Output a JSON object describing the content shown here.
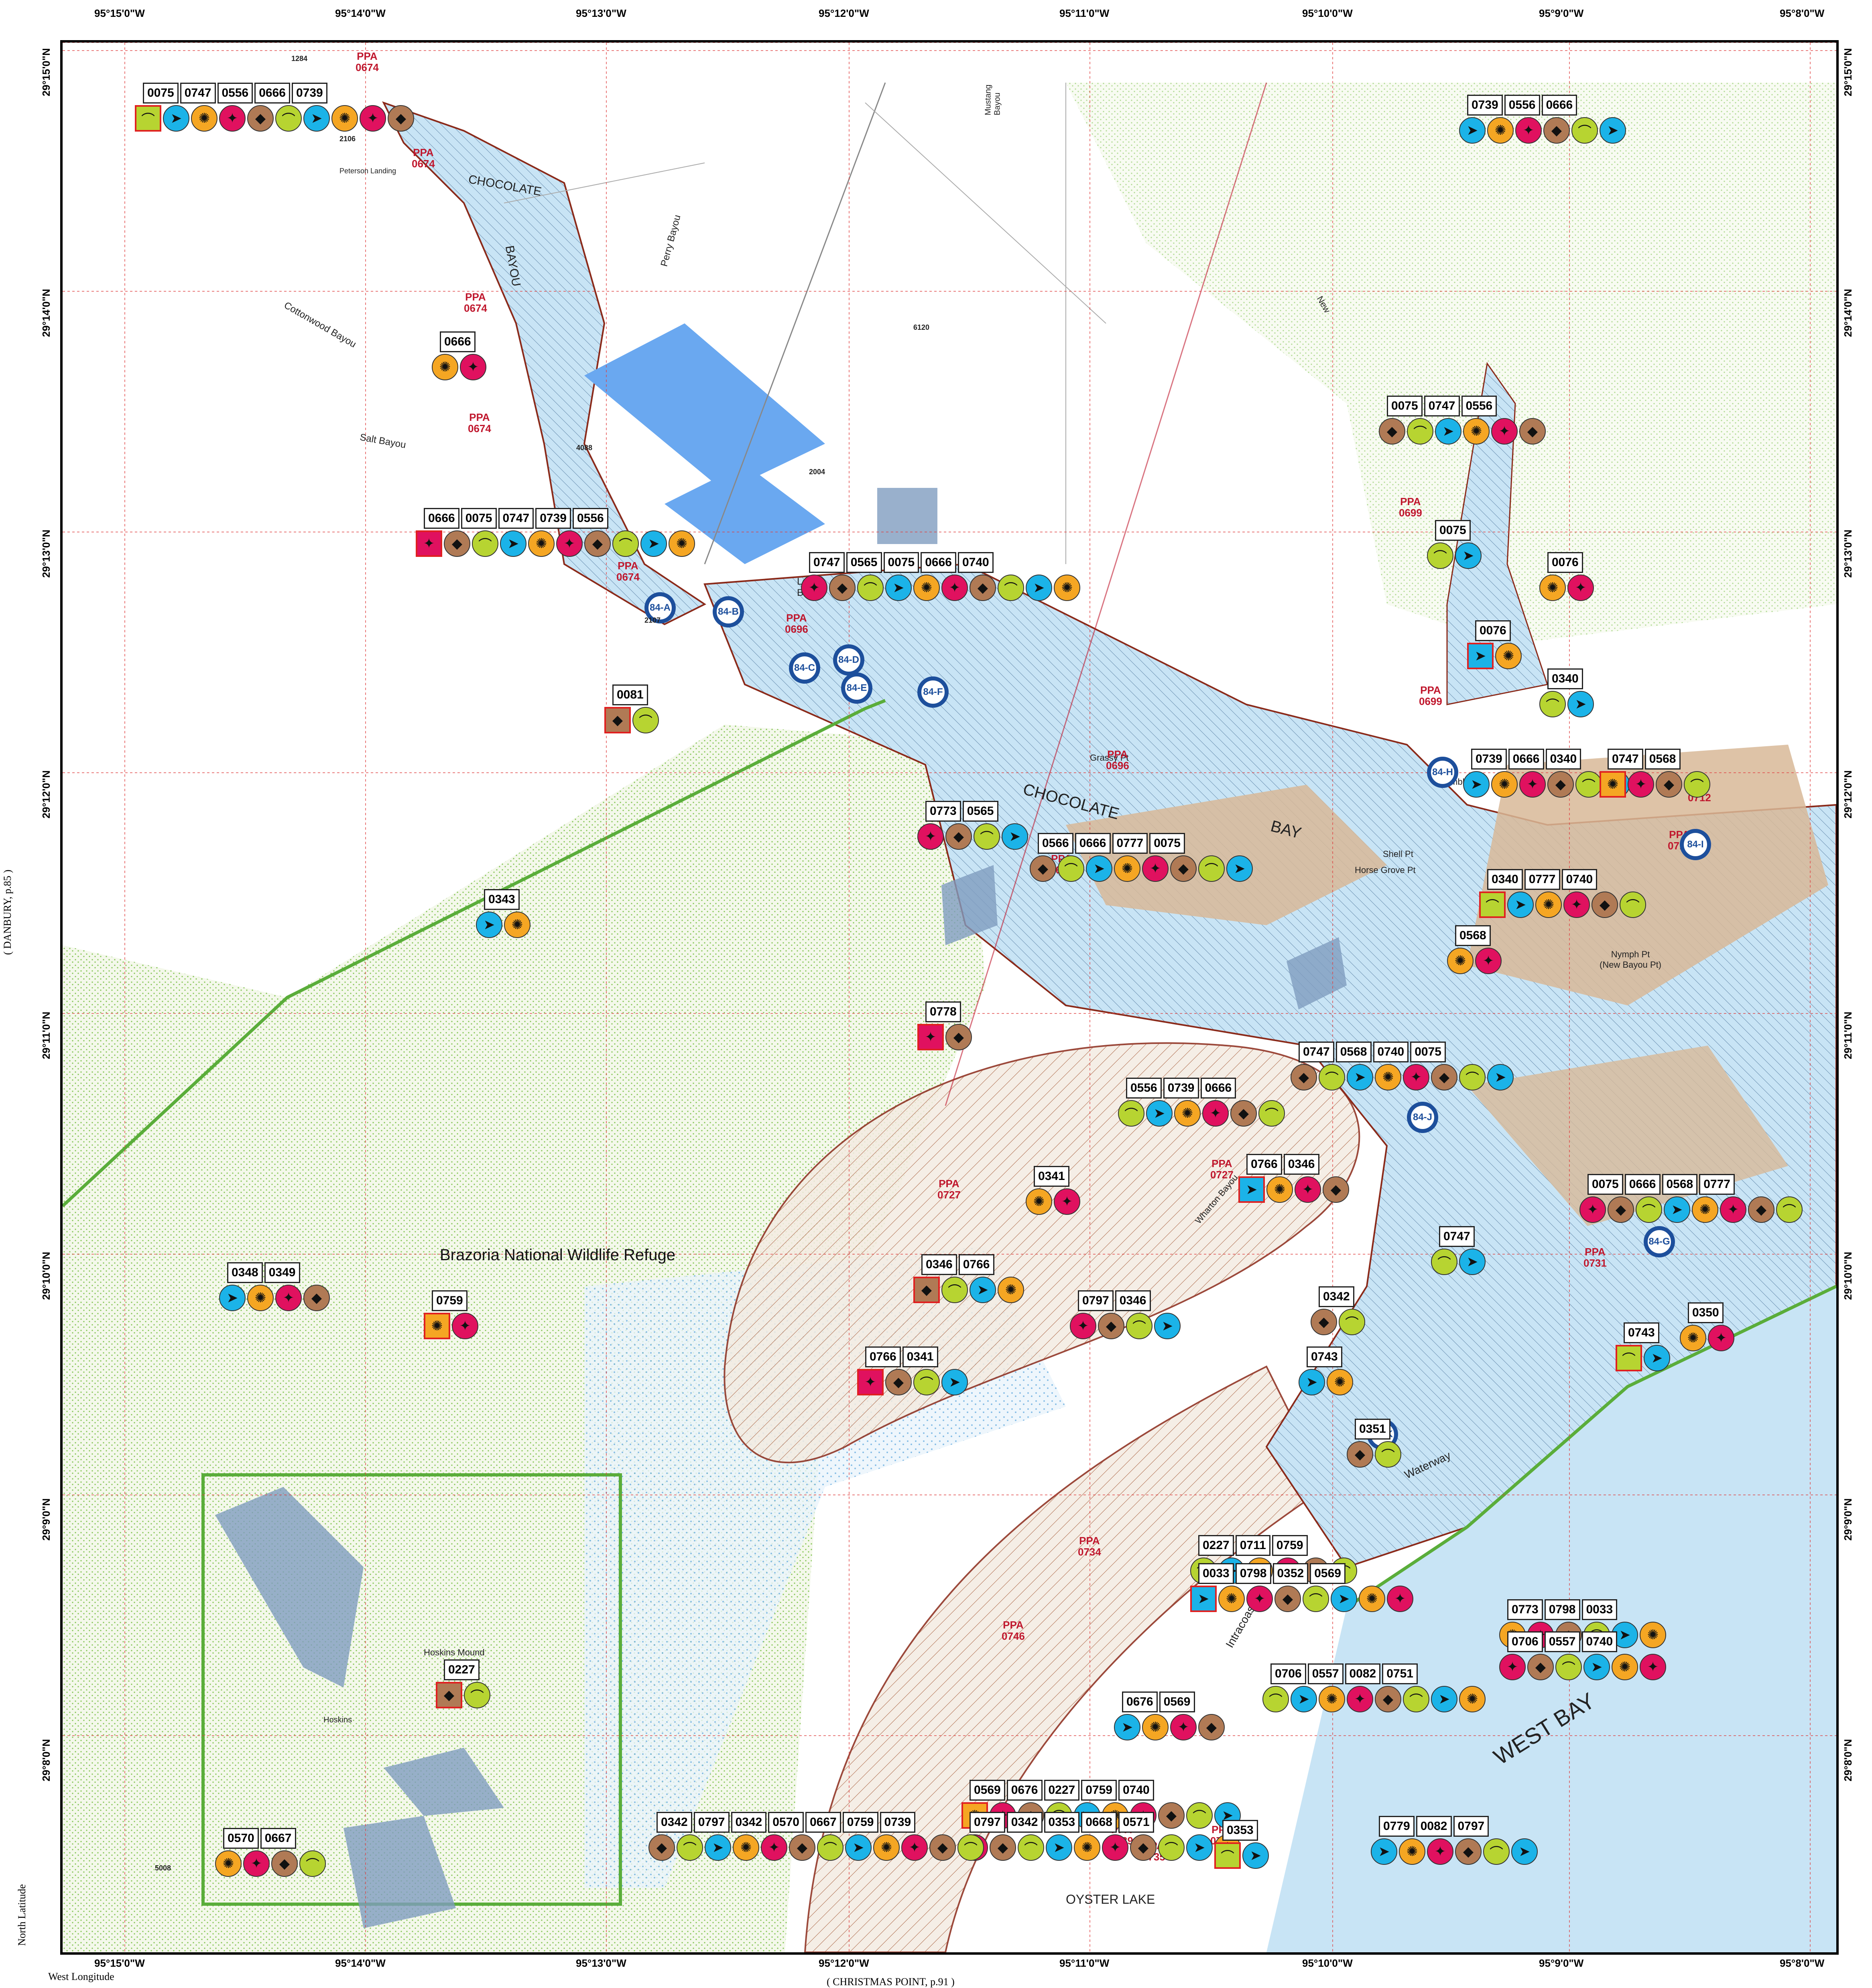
{
  "colors": {
    "water": "#c8e4f5",
    "open_water": "#bfe0f4",
    "marsh_green": "#9ccf5b",
    "tidal_flat": "#d8b998",
    "ppa_red": "#c0182e",
    "refuge_green": "#5aad3a",
    "station_blue": "#1d4f9c",
    "bird_yellow": "#b7d431",
    "fish_blue": "#1bb3e8",
    "invert_orange": "#f5a623",
    "reptile_red": "#e0115f",
    "mammal_brown": "#b07a55"
  },
  "axes": {
    "top_ticks": [
      "95°15'0\"W",
      "95°14'0\"W",
      "95°13'0\"W",
      "95°12'0\"W",
      "95°11'0\"W",
      "95°10'0\"W",
      "95°9'0\"W",
      "95°8'0\"W"
    ],
    "bottom_ticks": [
      "95°15'0\"W",
      "95°14'0\"W",
      "95°13'0\"W",
      "95°12'0\"W",
      "95°11'0\"W",
      "95°10'0\"W",
      "95°9'0\"W",
      "95°8'0\"W"
    ],
    "left_ticks": [
      "29°15'0\"N",
      "29°14'0\"N",
      "29°13'0\"N",
      "29°12'0\"N",
      "29°11'0\"N",
      "29°10'0\"N",
      "29°9'0\"N",
      "29°8'0\"N"
    ],
    "right_ticks": [
      "29°15'0\"N",
      "29°14'0\"N",
      "29°13'0\"N",
      "29°12'0\"N",
      "29°11'0\"N",
      "29°10'0\"N",
      "29°9'0\"N",
      "29°8'0\"N"
    ]
  },
  "margin": {
    "left_neighbor": "( DANBURY, p.85 )",
    "bottom_neighbor": "( CHRISTMAS POINT, p.91 )",
    "north_latitude": "North Latitude",
    "west_longitude": "West Longitude"
  },
  "place_names": {
    "chocolate_bayou": "CHOCOLATE",
    "chocolate_bayou_2": "BAYOU",
    "chocolate_bay": "CHOCOLATE",
    "chocolate_bay_2": "BAY",
    "cottonwood": "Cottonwood Bayou",
    "salt_bayou": "Salt Bayou",
    "perry_bayou": "Perry Bayou",
    "lost_bay": "Lost\nBay",
    "peterson": "Peterson Landing",
    "grassy_pt": "Grassy Pt",
    "shell_pt": "Shell Pt",
    "horse_grove": "Horse Grove Pt",
    "hamble": "Hamble",
    "nymph": "Nymph Pt\n(New Bayou Pt)",
    "refuge": "Brazoria National Wildlife Refuge",
    "hoskins_mound": "Hoskins Mound",
    "hoskins": "Hoskins",
    "west_bay": "WEST BAY",
    "oyster_lake": "OYSTER LAKE",
    "waterway": "Waterway",
    "intracoastal": "Intracoastal",
    "mustang": "Mustang\nBayou",
    "new": "New",
    "wharton": "Wharton Bayou"
  },
  "ppa_labels": [
    {
      "text": "PPA\n0674"
    },
    {
      "text": "PPA\n0674"
    },
    {
      "text": "PPA\n0674"
    },
    {
      "text": "PPA\n0674"
    },
    {
      "text": "PPA\n0674"
    },
    {
      "text": "PPA\n0696"
    },
    {
      "text": "PPA\n0696"
    },
    {
      "text": "PPA\n0696"
    },
    {
      "text": "PPA\n0699"
    },
    {
      "text": "PPA\n0699"
    },
    {
      "text": "PPA\n0712"
    },
    {
      "text": "PPA\n0713"
    },
    {
      "text": "PPA\n0727"
    },
    {
      "text": "PPA\n0727"
    },
    {
      "text": "PPA\n0731"
    },
    {
      "text": "PPA\n0734"
    },
    {
      "text": "PPA\n0746"
    },
    {
      "text": "PPA\n0739"
    },
    {
      "text": "PPA\n0735"
    },
    {
      "text": "PPA\n0741"
    }
  ],
  "stations": [
    "84-A",
    "84-B",
    "84-C",
    "84-D",
    "84-E",
    "84-F",
    "84-H",
    "84-I",
    "84-J",
    "84-K",
    "84-G"
  ],
  "point_labels": [
    "1284",
    "2106",
    "2107",
    "4088",
    "6120",
    "2004",
    "5008"
  ],
  "code_groups": [
    {
      "codes": [
        "0075",
        "0747",
        "0556",
        "0666",
        "0739"
      ]
    },
    {
      "codes": [
        "0739",
        "0556",
        "0666"
      ]
    },
    {
      "codes": [
        "0666"
      ]
    },
    {
      "codes": [
        "0666",
        "0075",
        "0747",
        "0739",
        "0556"
      ]
    },
    {
      "codes": [
        "0075",
        "0747",
        "0556"
      ]
    },
    {
      "codes": [
        "0075"
      ]
    },
    {
      "codes": [
        "0076"
      ]
    },
    {
      "codes": [
        "0076"
      ]
    },
    {
      "codes": [
        "0747",
        "0565",
        "0075",
        "0666",
        "0740"
      ]
    },
    {
      "codes": [
        "0081"
      ]
    },
    {
      "codes": [
        "0340"
      ]
    },
    {
      "codes": [
        "0739",
        "0666",
        "0340"
      ]
    },
    {
      "codes": [
        "0747",
        "0568"
      ]
    },
    {
      "codes": [
        "0773",
        "0565"
      ]
    },
    {
      "codes": [
        "0566",
        "0666",
        "0777",
        "0075"
      ]
    },
    {
      "codes": [
        "0340",
        "0777",
        "0740"
      ]
    },
    {
      "codes": [
        "0343"
      ]
    },
    {
      "codes": [
        "0568"
      ]
    },
    {
      "codes": [
        "0778"
      ]
    },
    {
      "codes": [
        "0747",
        "0568",
        "0740",
        "0075"
      ]
    },
    {
      "codes": [
        "0556",
        "0739",
        "0666"
      ]
    },
    {
      "codes": [
        "0766",
        "0346"
      ]
    },
    {
      "codes": [
        "0341"
      ]
    },
    {
      "codes": [
        "0075",
        "0666",
        "0568",
        "0777"
      ]
    },
    {
      "codes": [
        "0346",
        "0766"
      ]
    },
    {
      "codes": [
        "0747"
      ]
    },
    {
      "codes": [
        "0348",
        "0349"
      ]
    },
    {
      "codes": [
        "0759"
      ]
    },
    {
      "codes": [
        "0797",
        "0346"
      ]
    },
    {
      "codes": [
        "0342"
      ]
    },
    {
      "codes": [
        "0743"
      ]
    },
    {
      "codes": [
        "0743"
      ]
    },
    {
      "codes": [
        "0350"
      ]
    },
    {
      "codes": [
        "0766",
        "0341"
      ]
    },
    {
      "codes": [
        "0351"
      ]
    },
    {
      "codes": [
        "0227",
        "0711",
        "0759"
      ]
    },
    {
      "codes": [
        "0033",
        "0798",
        "0352",
        "0569"
      ]
    },
    {
      "codes": [
        "0773",
        "0798",
        "0033"
      ]
    },
    {
      "codes": [
        "0706",
        "0557",
        "0740"
      ]
    },
    {
      "codes": [
        "0227"
      ]
    },
    {
      "codes": [
        "0706",
        "0557",
        "0082",
        "0751"
      ]
    },
    {
      "codes": [
        "0676",
        "0569"
      ]
    },
    {
      "codes": [
        "0569",
        "0676",
        "0227",
        "0759",
        "0740"
      ]
    },
    {
      "codes": [
        "0797",
        "0342",
        "0353",
        "0668",
        "0571"
      ]
    },
    {
      "codes": [
        "0342",
        "0797",
        "0342",
        "0570",
        "0667",
        "0759",
        "0739"
      ]
    },
    {
      "codes": [
        "0353"
      ]
    },
    {
      "codes": [
        "0779",
        "0082",
        "0797"
      ]
    },
    {
      "codes": [
        "0570",
        "0667"
      ]
    }
  ],
  "symbol_legend": {
    "bird": "bird-icon",
    "fish": "fish-icon",
    "invertebrate": "invertebrate-icon",
    "reptile": "reptile-icon",
    "mammal": "mammal-icon"
  }
}
